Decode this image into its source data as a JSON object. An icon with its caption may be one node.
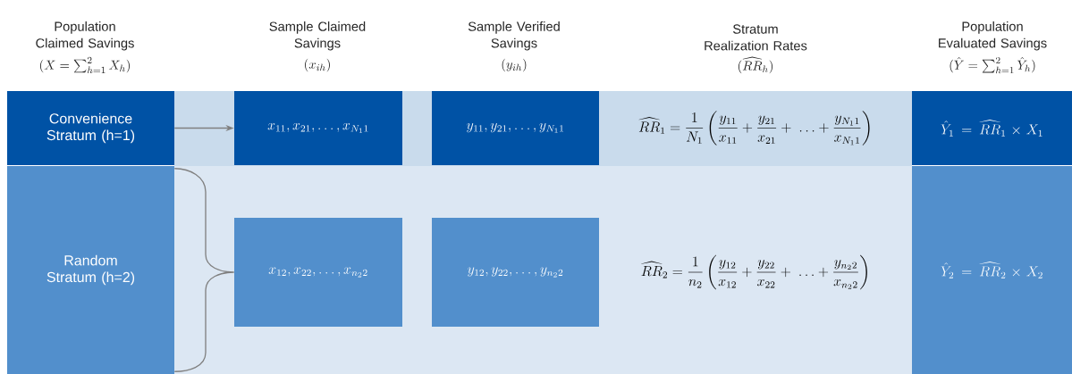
{
  "diagram": {
    "nodes": [
      {
        "text": [
          "Convenience Stratum (h=1)"
        ]
      },
      {
        "text": [
          "Random Stratum (h=2)"
        ]
      },
      {
        "text": [
          "x_{11}, x_{21}, \\ldots, x_{N_1 1}"
        ]
      },
      {
        "text": [
          "y_{11}, y_{21}, \\ldots, y_{N_1 1}"
        ]
      },
      {
        "text": [
          "\\widehat{RR}_1 = \\frac{1}{N_1}\\left(\\frac{y_{11}}{x_{11}} + \\frac{y_{21}}{x_{21}} + \\; \\ldots + \\frac{y_{N_1 1}}{x_{N_1 1}}\\right)"
        ]
      },
      {
        "text": [
          "\\hat{Y}_1 = \\widehat{RR}_1 \\times X_1"
        ]
      },
      {
        "text": [
          "x_{12}, x_{22}, \\ldots, x_{n_2 2}"
        ]
      },
      {
        "text": [
          "y_{12}, y_{22}, \\ldots, y_{n_2 2}"
        ]
      },
      {
        "text": [
          "\\widehat{RR}_2 = \\frac{1}{n_2}\\left(\\frac{y_{12}}{x_{12}} + \\frac{y_{22}}{x_{22}} + \\; \\ldots + \\frac{y_{n_2 2}}{x_{n_2 2}}\\right)"
        ]
      },
      {
        "text": [
          "\\hat{Y}_2 = \\widehat{RR}_2 \\times X_2"
        ]
      }
    ],
    "edges": [
      {
        "from": 0,
        "to": 2,
        "arrow": "to"
      },
      {
        "from": 1,
        "to": 6,
        "arrow": "none"
      }
    ],
    "labels": [
      "Population Claimed Savings",
      "(X = \\sum_{h=1}^{2} X_h)",
      "Sample Claimed Savings",
      "(x_{ih})",
      "Sample Verified Savings",
      "(y_{ih})",
      "Stratum Realization Rates",
      "(\\widehat{RR}_h)",
      "Population Evaluated Savings",
      "(\\hat{Y} = \\sum_{h=1}^{2} \\hat{Y}_h)"
    ]
  }
}
